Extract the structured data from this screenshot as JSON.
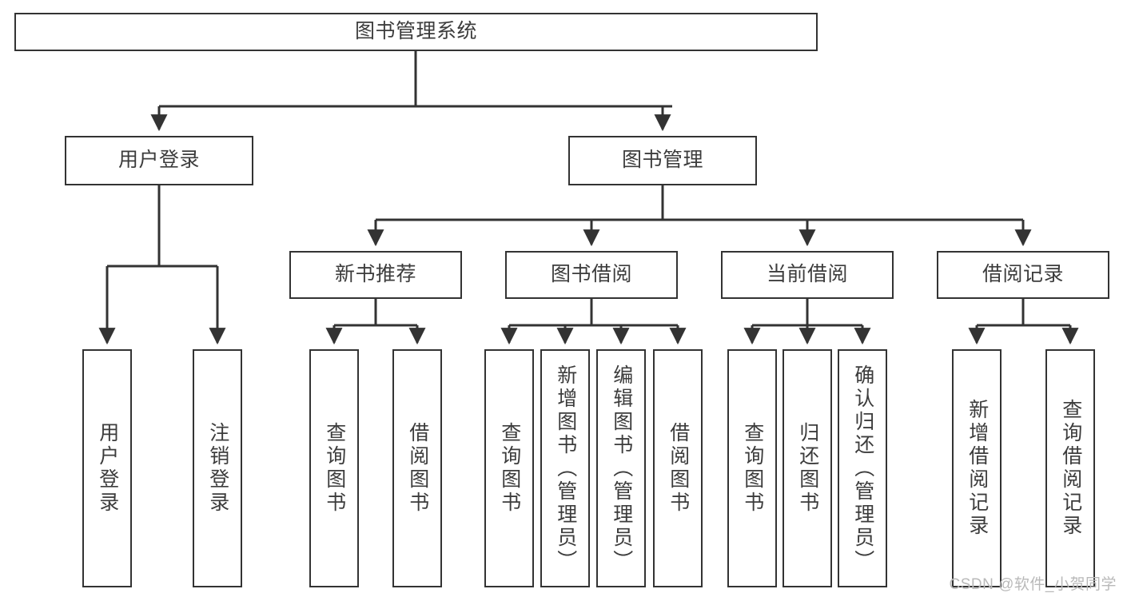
{
  "diagram": {
    "title": "图书管理系统",
    "type": "tree",
    "colors": {
      "stroke": "#333333",
      "fill": "#ffffff",
      "text": "#3c3c3c",
      "watermark": "#b9b9b9"
    },
    "watermark": "CSDN @软件_小贺同学"
  },
  "nodes": {
    "root": {
      "label": "图书管理系统"
    },
    "level2": [
      {
        "id": "user-login",
        "label": "用户登录"
      },
      {
        "id": "book-manage",
        "label": "图书管理"
      }
    ],
    "level3": [
      {
        "id": "new-book-recommend",
        "label": "新书推荐"
      },
      {
        "id": "book-borrow",
        "label": "图书借阅"
      },
      {
        "id": "current-borrow",
        "label": "当前借阅"
      },
      {
        "id": "borrow-record",
        "label": "借阅记录"
      }
    ],
    "leaves": {
      "user-login": [
        {
          "id": "leaf-user-login",
          "label": "用户登录"
        },
        {
          "id": "leaf-logout",
          "label": "注销登录"
        }
      ],
      "new-book-recommend": [
        {
          "id": "leaf-query-book-1",
          "label": "查询图书"
        },
        {
          "id": "leaf-borrow-book-1",
          "label": "借阅图书"
        }
      ],
      "book-borrow": [
        {
          "id": "leaf-query-book-2",
          "label": "查询图书"
        },
        {
          "id": "leaf-add-book",
          "label": "新增图书（管理员）"
        },
        {
          "id": "leaf-edit-book",
          "label": "编辑图书（管理员）"
        },
        {
          "id": "leaf-borrow-book-2",
          "label": "借阅图书"
        }
      ],
      "current-borrow": [
        {
          "id": "leaf-query-book-3",
          "label": "查询图书"
        },
        {
          "id": "leaf-return-book",
          "label": "归还图书"
        },
        {
          "id": "leaf-confirm-return",
          "label": "确认归还（管理员）"
        }
      ],
      "borrow-record": [
        {
          "id": "leaf-add-record",
          "label": "新增借阅记录"
        },
        {
          "id": "leaf-query-record",
          "label": "查询借阅记录"
        }
      ]
    }
  }
}
